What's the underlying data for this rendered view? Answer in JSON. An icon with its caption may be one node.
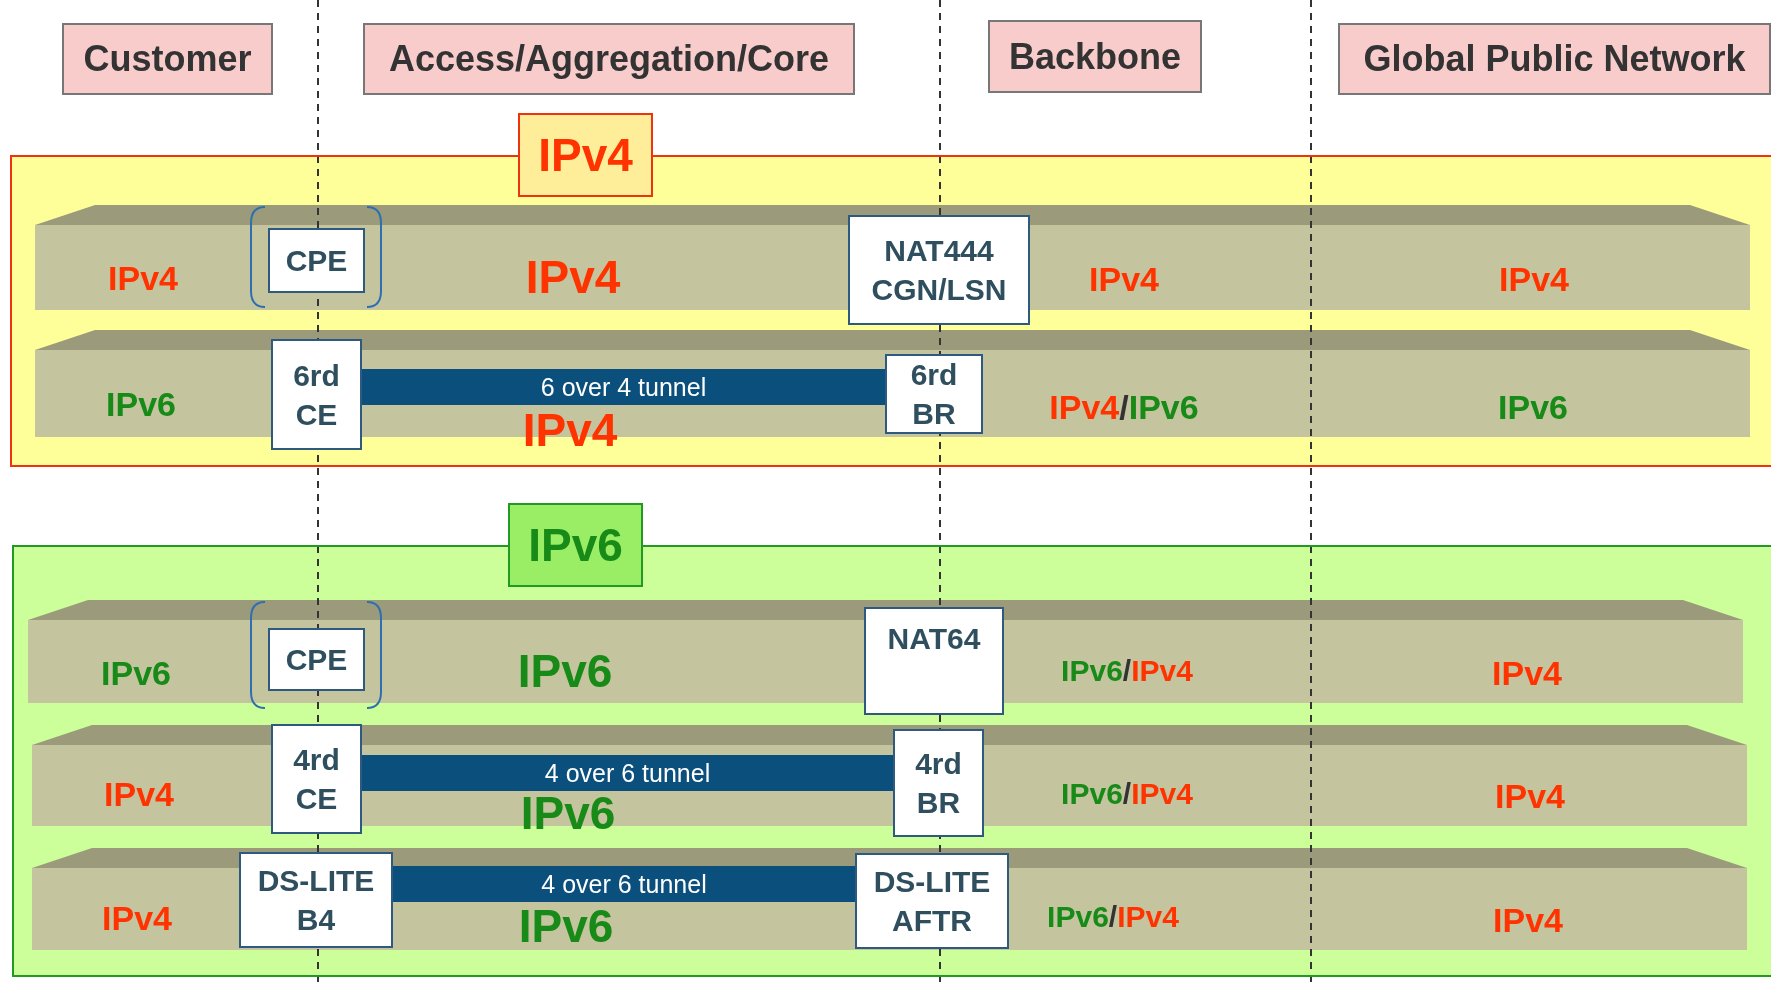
{
  "diagram": {
    "nodes": [
      {
        "text": [
          "Customer"
        ]
      },
      {
        "text": [
          "Access/Aggregation/Core"
        ]
      },
      {
        "text": [
          "Backbone"
        ]
      },
      {
        "text": [
          "Global Public Network"
        ]
      },
      {
        "text": [
          "IPv4"
        ]
      },
      {
        "text": [
          "IPv4",
          "IPv4",
          "IPv4",
          "IPv4"
        ],
        "in": 4
      },
      {
        "text": [
          "CPE"
        ],
        "in": 5
      },
      {
        "text": [
          "NAT444 CGN/LSN"
        ],
        "in": 5
      },
      {
        "text": [
          "IPv6",
          "IPv4",
          "IPv4/IPv6",
          "IPv6"
        ],
        "in": 4
      },
      {
        "text": [
          "6rd CE"
        ],
        "in": 8
      },
      {
        "text": [
          "6 over 4 tunnel"
        ],
        "in": 8
      },
      {
        "text": [
          "6rd BR"
        ],
        "in": 8
      },
      {
        "text": [
          "IPv6"
        ]
      },
      {
        "text": [
          "IPv6",
          "IPv6",
          "IPv6/IPv4",
          "IPv4"
        ],
        "in": 12
      },
      {
        "text": [
          "CPE"
        ],
        "in": 13
      },
      {
        "text": [
          "NAT64"
        ],
        "in": 13
      },
      {
        "text": [
          "IPv4",
          "IPv6",
          "IPv6/IPv4",
          "IPv4"
        ],
        "in": 12
      },
      {
        "text": [
          "4rd CE"
        ],
        "in": 16
      },
      {
        "text": [
          "4 over 6 tunnel"
        ],
        "in": 16
      },
      {
        "text": [
          "4rd BR"
        ],
        "in": 16
      },
      {
        "text": [
          "IPv4",
          "IPv6",
          "IPv6/IPv4",
          "IPv4"
        ],
        "in": 12
      },
      {
        "text": [
          "DS-LITE B4"
        ],
        "in": 20
      },
      {
        "text": [
          "4 over 6 tunnel"
        ],
        "in": 20
      },
      {
        "text": [
          "DS-LITE AFTR"
        ],
        "in": 20
      }
    ]
  }
}
